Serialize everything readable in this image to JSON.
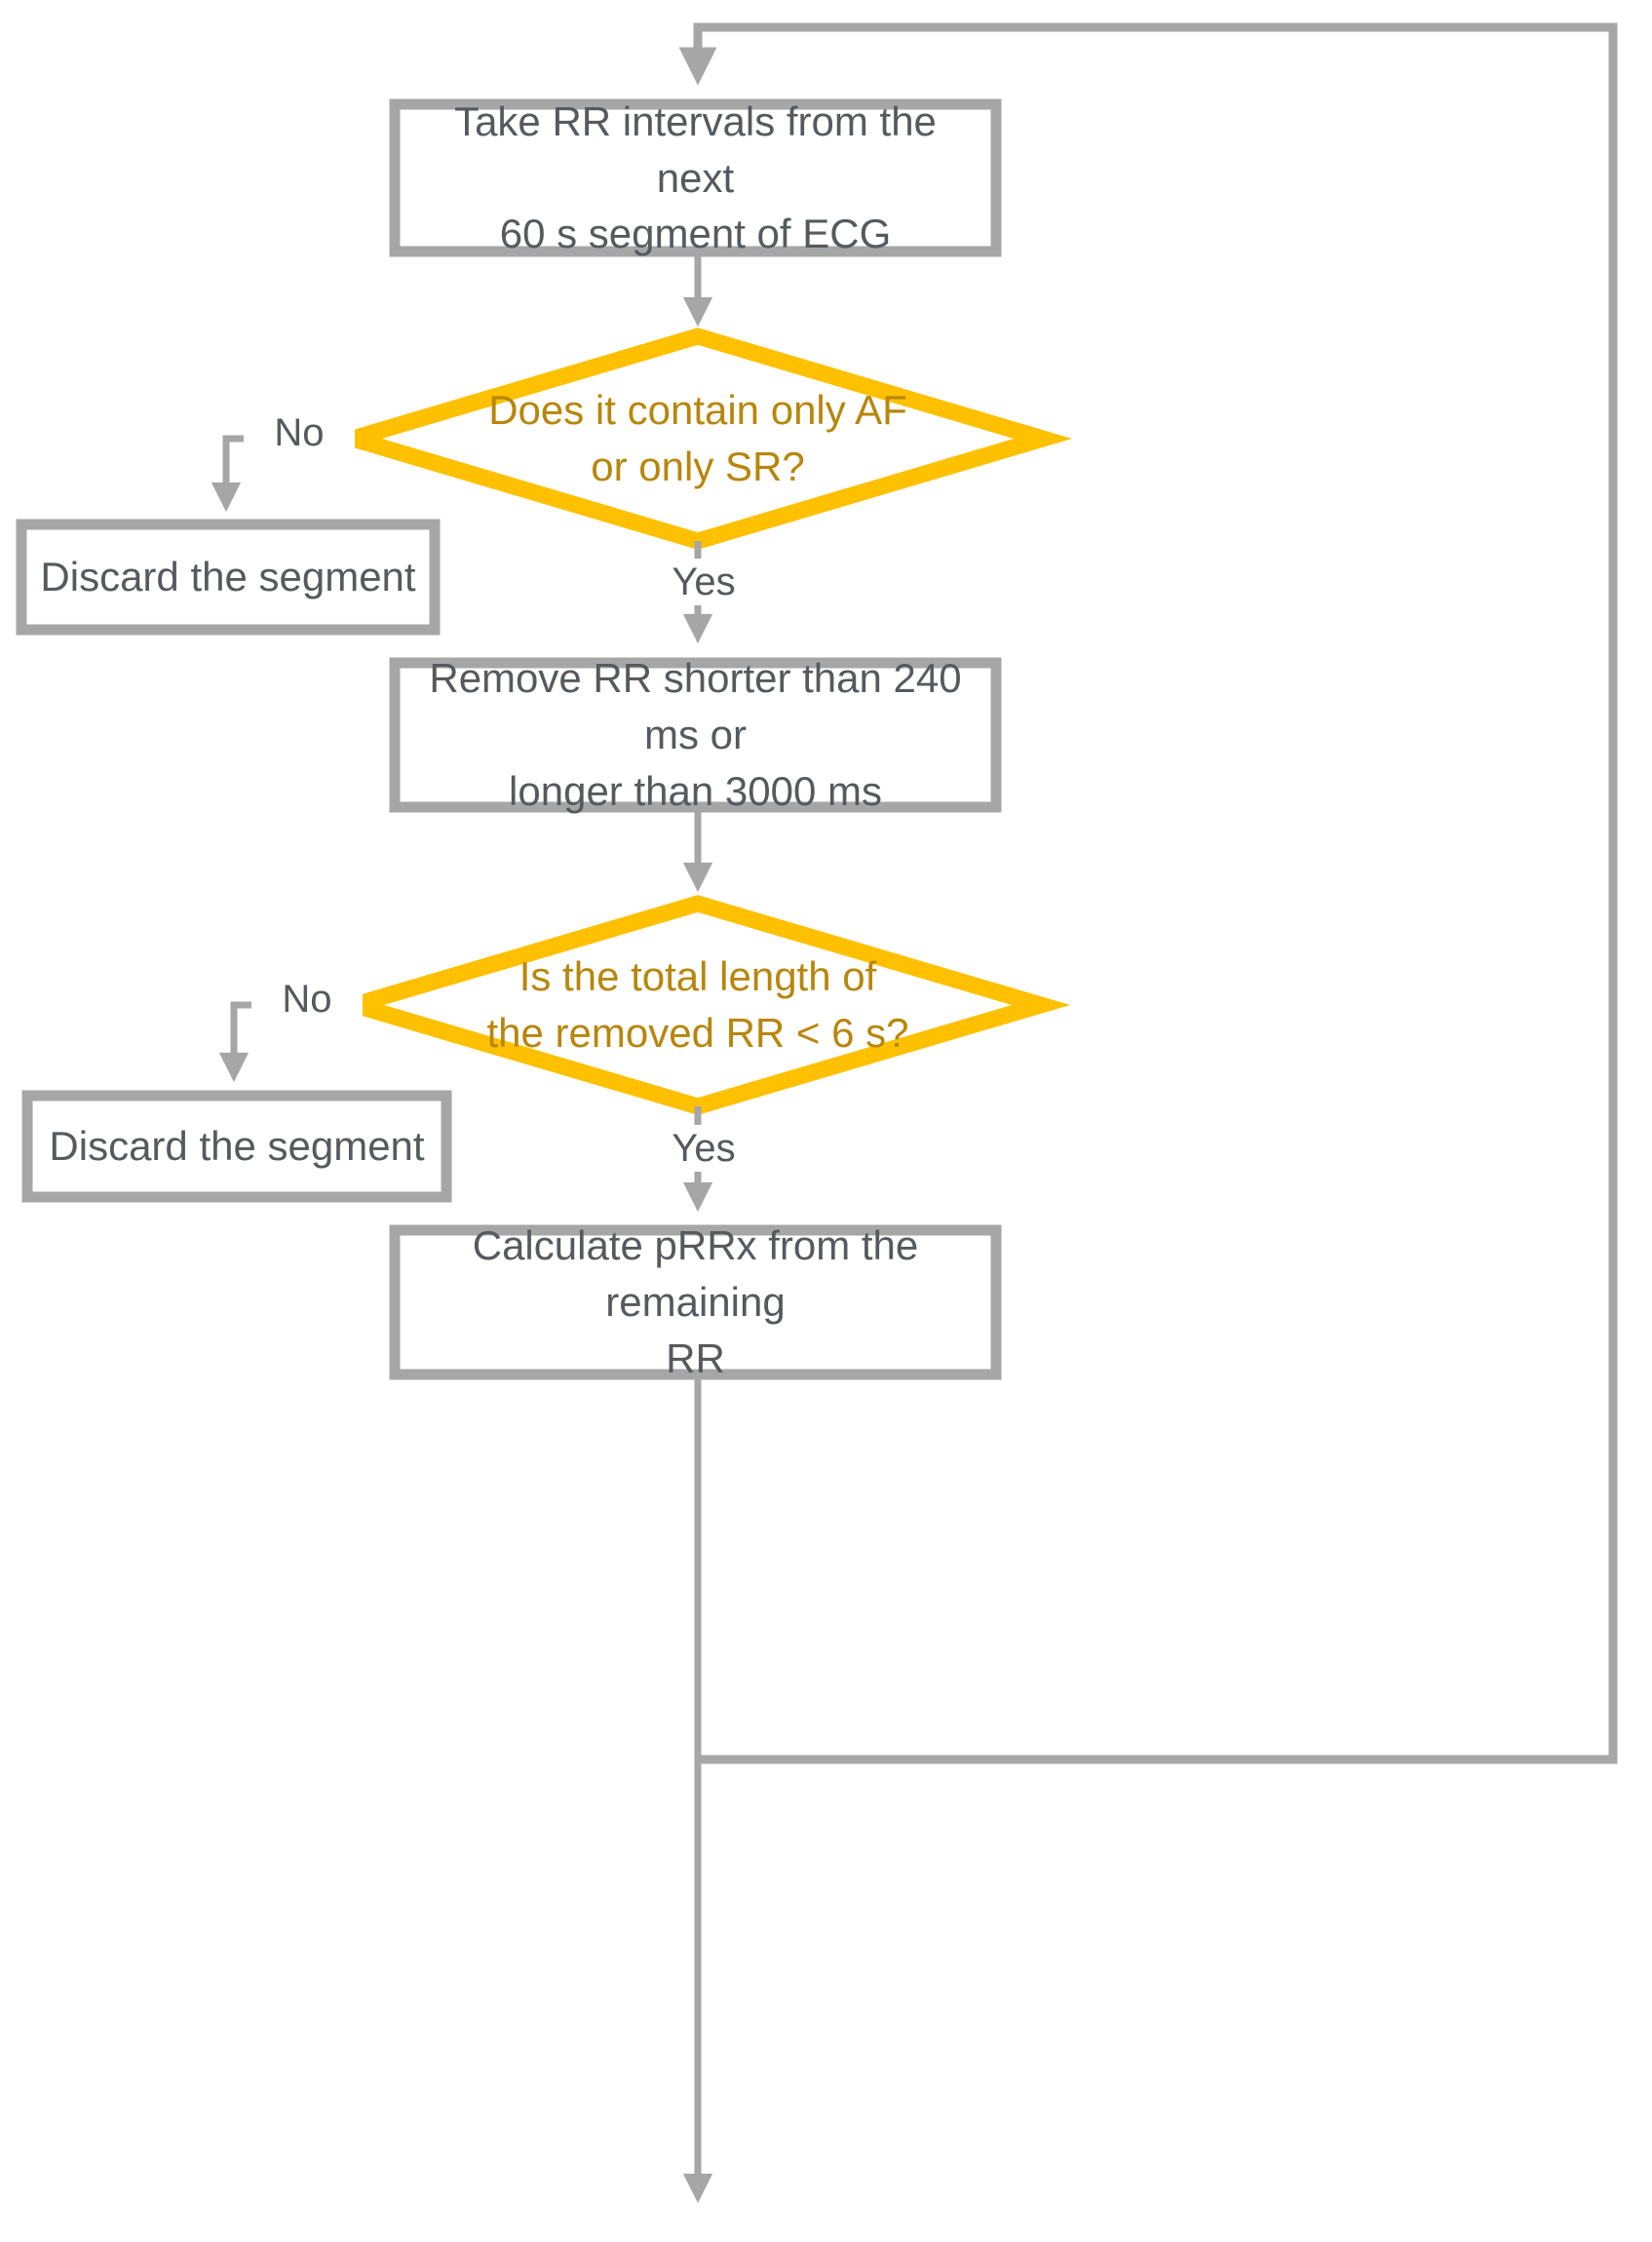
{
  "diagram": {
    "title": "RR interval segment processing flowchart",
    "colors": {
      "connector_gray": "#a6a6a6",
      "process_border": "#a6a6a6",
      "process_fill": "#ffffff",
      "decision_border": "#ffc000",
      "decision_fill": "#ffffff",
      "process_text": "#565a5e",
      "decision_text": "#b8860b",
      "background": "#ffffff"
    },
    "nodes": [
      {
        "id": "take-rr",
        "type": "process",
        "text": "Take RR intervals from the next\n60 s segment of ECG"
      },
      {
        "id": "only-af-or-sr",
        "type": "decision",
        "text": "Does it contain only AF\nor only SR?"
      },
      {
        "id": "discard-segment-1",
        "type": "process",
        "text": "Discard the segment"
      },
      {
        "id": "remove-rr",
        "type": "process",
        "text": "Remove RR shorter than 240 ms or\nlonger than 3000 ms"
      },
      {
        "id": "removed-length",
        "type": "decision",
        "text": "Is the total length of\nthe removed RR < 6 s?"
      },
      {
        "id": "discard-segment-2",
        "type": "process",
        "text": "Discard the segment"
      },
      {
        "id": "calculate-prrx",
        "type": "process",
        "text": "Calculate pRRx from the remaining\nRR"
      }
    ],
    "edge_labels": {
      "no_1": "No",
      "yes_1": "Yes",
      "no_2": "No",
      "yes_2": "Yes"
    }
  }
}
